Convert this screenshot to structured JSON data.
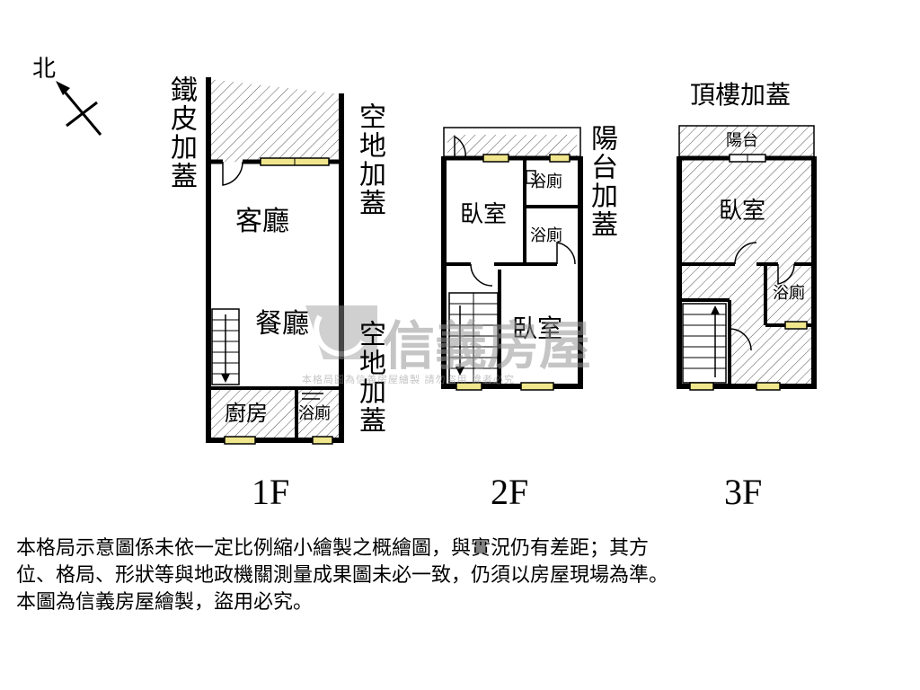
{
  "compass": {
    "north_label": "北",
    "icon": "north-arrow-icon"
  },
  "annotations": {
    "iron_sheet": "鐵皮加蓋",
    "open_land_top": "空地加蓋",
    "open_land_bottom": "空地加蓋",
    "balcony_2f": "陽台加蓋",
    "rooftop": "頂樓加蓋"
  },
  "floor1": {
    "label": "1F",
    "living_room": "客廳",
    "dining_room": "餐廳",
    "kitchen": "廚房",
    "bathroom": "浴廁"
  },
  "floor2": {
    "label": "2F",
    "bedroom_a": "臥室",
    "bedroom_b": "臥室",
    "bathroom_a": "浴廁",
    "bathroom_b": "浴廁"
  },
  "floor3": {
    "label": "3F",
    "balcony": "陽台",
    "bedroom": "臥室",
    "bathroom": "浴廁"
  },
  "watermark": {
    "brand": "信義房屋",
    "text": "本格局圖為信義房屋繪製 請勿盜用 違者必究"
  },
  "disclaimer": {
    "line1": "本格局示意圖係未依一定比例縮小繪製之概繪圖，與實況仍有差距；其方",
    "line2": "位、格局、形狀等與地政機關測量成果圖未必一致，仍須以房屋現場為準。",
    "line3": "本圖為信義房屋繪製，盜用必究。"
  }
}
